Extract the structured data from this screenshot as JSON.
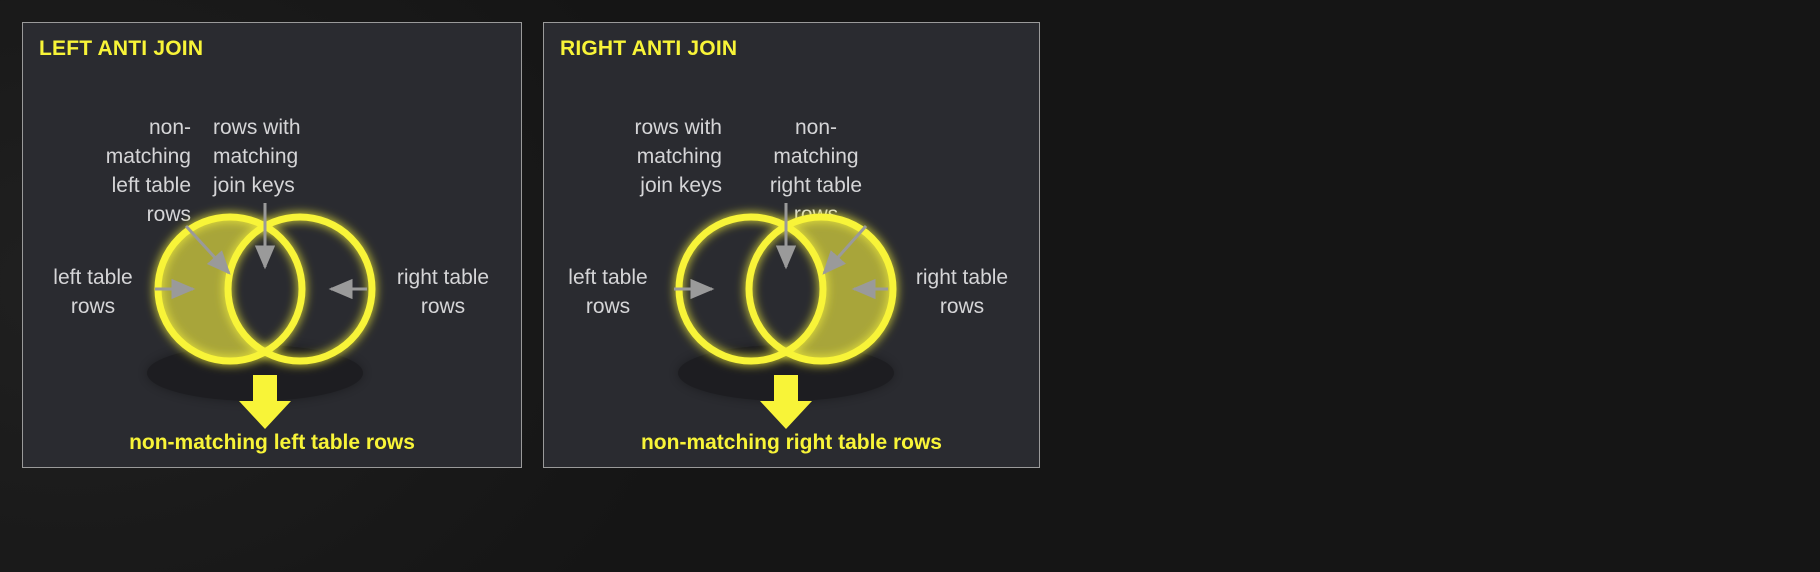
{
  "theme": {
    "page_bg": "#181818",
    "panel_bg": "#2a2b30",
    "panel_border": "#9a9a9a",
    "accent_yellow": "#f8f438",
    "fill_olive": "#a8a53a",
    "note_text": "#d5d5d7",
    "leader_gray": "#9a9a9a"
  },
  "panels": [
    {
      "id": "left-anti-join",
      "title": "LEFT ANTI JOIN",
      "notes": {
        "outer_left": "non-\nmatching\nleft table\nrows",
        "center_top": "rows with\nmatching\njoin keys",
        "side_left": "left table\nrows",
        "side_right": "right table\nrows"
      },
      "diagram": {
        "type": "venn-2-circle",
        "filled_region": "left-only",
        "left_circle_label": "left table rows",
        "right_circle_label": "right table rows",
        "intersection_label": "rows with matching join keys"
      },
      "result_arrow": "down-arrow",
      "caption": "non-matching left table rows"
    },
    {
      "id": "right-anti-join",
      "title": "RIGHT ANTI JOIN",
      "notes": {
        "center_top": "rows with\nmatching\njoin keys",
        "outer_right": "non-\nmatching\nright table\nrows",
        "side_left": "left table\nrows",
        "side_right": "right table\nrows"
      },
      "diagram": {
        "type": "venn-2-circle",
        "filled_region": "right-only",
        "left_circle_label": "left table rows",
        "right_circle_label": "right table rows",
        "intersection_label": "rows with matching join keys"
      },
      "result_arrow": "down-arrow",
      "caption": "non-matching right table rows"
    }
  ]
}
